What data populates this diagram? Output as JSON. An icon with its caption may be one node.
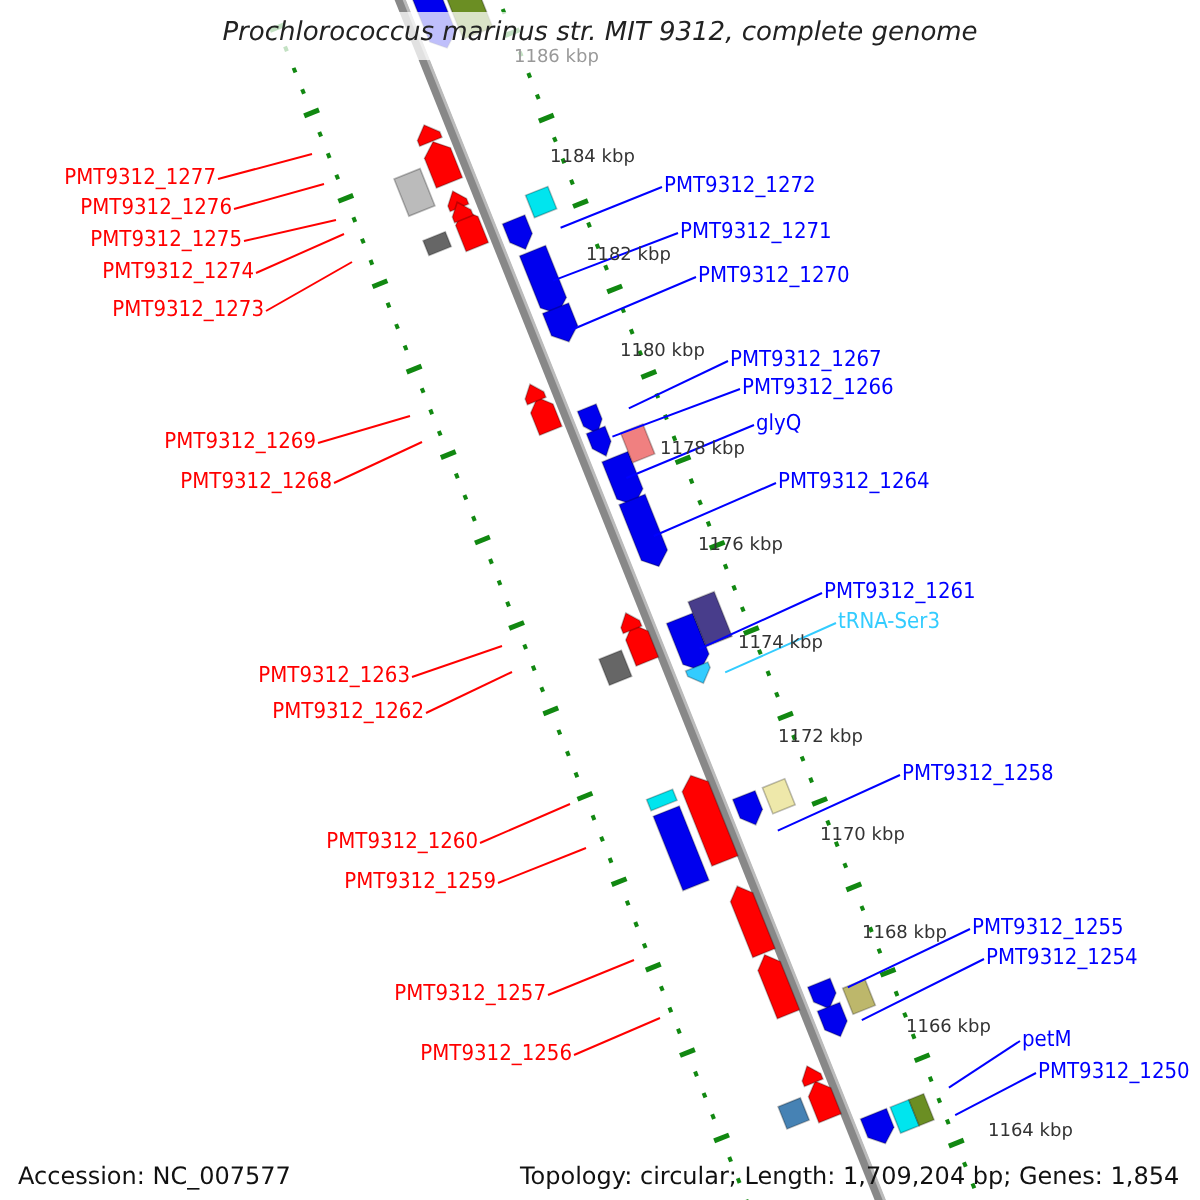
{
  "diagram": {
    "title": "Prochlorococcus marinus str. MIT 9312, complete genome",
    "nodes": [
      {
        "text": [
          "PMT9312_1277"
        ]
      },
      {
        "text": [
          "PMT9312_1276"
        ]
      },
      {
        "text": [
          "PMT9312_1275"
        ]
      },
      {
        "text": [
          "PMT9312_1274"
        ]
      },
      {
        "text": [
          "PMT9312_1273"
        ]
      },
      {
        "text": [
          "PMT9312_1269"
        ]
      },
      {
        "text": [
          "PMT9312_1268"
        ]
      },
      {
        "text": [
          "PMT9312_1263"
        ]
      },
      {
        "text": [
          "PMT9312_1262"
        ]
      },
      {
        "text": [
          "PMT9312_1260"
        ]
      },
      {
        "text": [
          "PMT9312_1259"
        ]
      },
      {
        "text": [
          "PMT9312_1257"
        ]
      },
      {
        "text": [
          "PMT9312_1256"
        ]
      },
      {
        "text": [
          "PMT9312_1272"
        ]
      },
      {
        "text": [
          "PMT9312_1271"
        ]
      },
      {
        "text": [
          "PMT9312_1270"
        ]
      },
      {
        "text": [
          "PMT9312_1267"
        ]
      },
      {
        "text": [
          "PMT9312_1266"
        ]
      },
      {
        "text": [
          "glyQ"
        ]
      },
      {
        "text": [
          "PMT9312_1264"
        ]
      },
      {
        "text": [
          "PMT9312_1261"
        ]
      },
      {
        "text": [
          "tRNA-Ser3"
        ]
      },
      {
        "text": [
          "PMT9312_1258"
        ]
      },
      {
        "text": [
          "PMT9312_1255"
        ]
      },
      {
        "text": [
          "PMT9312_1254"
        ]
      },
      {
        "text": [
          "petM"
        ]
      },
      {
        "text": [
          "PMT9312_1250"
        ]
      }
    ],
    "edges": [
      {
        "from": 0,
        "to": null,
        "arrow": "none",
        "color": "#ff0000"
      },
      {
        "from": 1,
        "to": null,
        "arrow": "none",
        "color": "#ff0000"
      },
      {
        "from": 2,
        "to": null,
        "arrow": "none",
        "color": "#ff0000"
      },
      {
        "from": 3,
        "to": null,
        "arrow": "none",
        "color": "#ff0000"
      },
      {
        "from": 4,
        "to": null,
        "arrow": "none",
        "color": "#ff0000"
      },
      {
        "from": 5,
        "to": null,
        "arrow": "none",
        "color": "#ff0000"
      },
      {
        "from": 6,
        "to": null,
        "arrow": "none",
        "color": "#ff0000"
      },
      {
        "from": 7,
        "to": null,
        "arrow": "none",
        "color": "#ff0000"
      },
      {
        "from": 8,
        "to": null,
        "arrow": "none",
        "color": "#ff0000"
      },
      {
        "from": 9,
        "to": null,
        "arrow": "none",
        "color": "#ff0000"
      },
      {
        "from": 10,
        "to": null,
        "arrow": "none",
        "color": "#ff0000"
      },
      {
        "from": 11,
        "to": null,
        "arrow": "none",
        "color": "#ff0000"
      },
      {
        "from": 12,
        "to": null,
        "arrow": "none",
        "color": "#ff0000"
      },
      {
        "from": 13,
        "to": null,
        "arrow": "none",
        "color": "#0000ff"
      },
      {
        "from": 14,
        "to": null,
        "arrow": "none",
        "color": "#0000ff"
      },
      {
        "from": 15,
        "to": null,
        "arrow": "none",
        "color": "#0000ff"
      },
      {
        "from": 16,
        "to": null,
        "arrow": "none",
        "color": "#0000ff"
      },
      {
        "from": 17,
        "to": null,
        "arrow": "none",
        "color": "#0000ff"
      },
      {
        "from": 18,
        "to": null,
        "arrow": "none",
        "color": "#0000ff"
      },
      {
        "from": 19,
        "to": null,
        "arrow": "none",
        "color": "#0000ff"
      },
      {
        "from": 20,
        "to": null,
        "arrow": "none",
        "color": "#0000ff"
      },
      {
        "from": 21,
        "to": null,
        "arrow": "none",
        "color": "#33ccff"
      },
      {
        "from": 22,
        "to": null,
        "arrow": "none",
        "color": "#0000ff"
      },
      {
        "from": 23,
        "to": null,
        "arrow": "none",
        "color": "#0000ff"
      },
      {
        "from": 24,
        "to": null,
        "arrow": "none",
        "color": "#0000ff"
      },
      {
        "from": 25,
        "to": null,
        "arrow": "none",
        "color": "#0000ff"
      },
      {
        "from": 26,
        "to": null,
        "arrow": "none",
        "color": "#0000ff"
      }
    ],
    "labels": [
      "1186 kbp",
      "1184 kbp",
      "1182 kbp",
      "1180 kbp",
      "1178 kbp",
      "1176 kbp",
      "1174 kbp",
      "1172 kbp",
      "1170 kbp",
      "1168 kbp",
      "1166 kbp",
      "1164 kbp",
      "Accession: NC_007577",
      "Topology: circular; Length: 1,709,204 bp; Genes: 1,854"
    ]
  }
}
